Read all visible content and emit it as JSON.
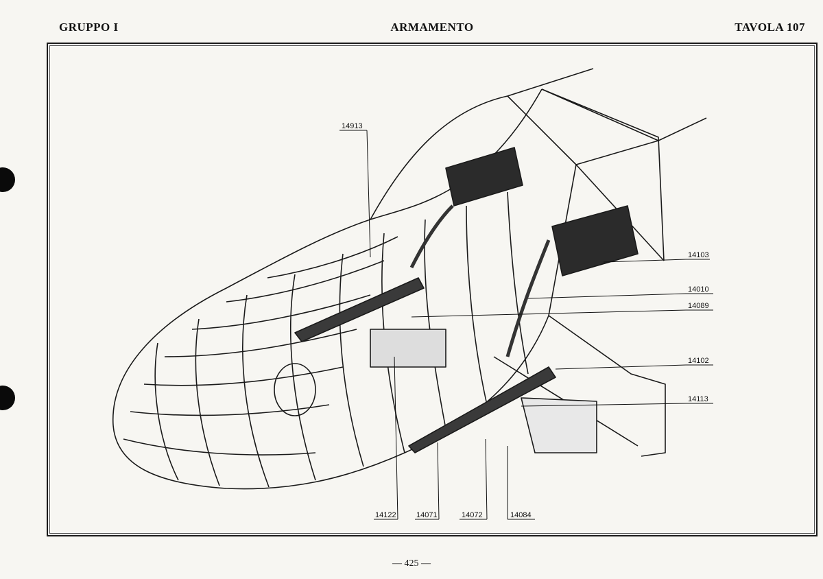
{
  "header": {
    "left": "GRUPPO I",
    "center": "ARMAMENTO",
    "right": "TAVOLA 107"
  },
  "footer": {
    "page_number": "— 425 —"
  },
  "callouts": {
    "c14913": "14913",
    "c14103": "14103",
    "c14010": "14010",
    "c14089": "14089",
    "c14102": "14102",
    "c14113": "14113",
    "c14122": "14122",
    "c14071": "14071",
    "c14072": "14072",
    "c14084": "14084"
  },
  "colors": {
    "ink": "#111111",
    "paper": "#f7f6f2",
    "hole": "#0a0a0a"
  }
}
